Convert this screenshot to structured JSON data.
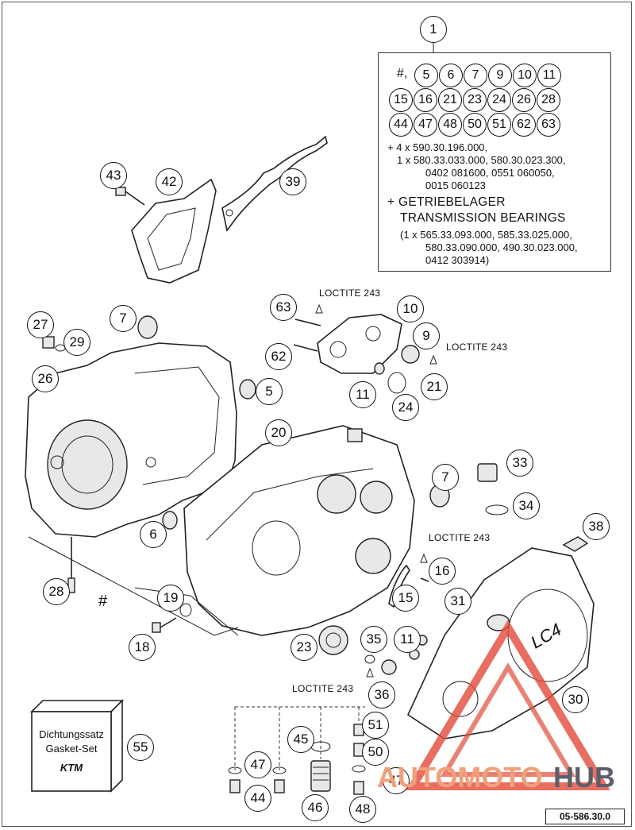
{
  "callouts": {
    "c1": "1",
    "c39": "39",
    "c42": "42",
    "c43": "43",
    "c27": "27",
    "c29": "29",
    "c26": "26",
    "c7a": "7",
    "c5": "5",
    "c63": "63",
    "c62": "62",
    "c10": "10",
    "c9": "9",
    "c11a": "11",
    "c24": "24",
    "c21": "21",
    "c20": "20",
    "c7b": "7",
    "c33": "33",
    "c34": "34",
    "c6": "6",
    "c38": "38",
    "c16": "16",
    "c15": "15",
    "c31": "31",
    "c28": "28",
    "c19": "19",
    "c18": "18",
    "c23": "23",
    "c35": "35",
    "c11b": "11",
    "c30": "30",
    "c36": "36",
    "c51": "51",
    "c45": "45",
    "c50": "50",
    "c47a": "47",
    "c47b": "47",
    "c44": "44",
    "c46": "46",
    "c48": "48",
    "c55": "55"
  },
  "kit": {
    "row1": [
      "#,",
      "5",
      "6",
      "7",
      "9",
      "10",
      "11"
    ],
    "row2": [
      "15",
      "16",
      "21",
      "23",
      "24",
      "26",
      "28"
    ],
    "row3": [
      "44",
      "47",
      "48",
      "50",
      "51",
      "62",
      "63"
    ],
    "line1": "+ 4 x 590.30.196.000,",
    "line2": "1 x 580.33.033.000, 580.30.023.300,",
    "line3": "0402 081600, 0551 060050,",
    "line4": "0015 060123",
    "heading1": "+ GETRIEBELAGER",
    "heading2": "TRANSMISSION BEARINGS",
    "line5": "(1 x 565.33.093.000, 585.33.025.000,",
    "line6": "580.33.090.000, 490.30.023.000,",
    "line7": "0412 303914)"
  },
  "notes": {
    "loctite_top": "LOCTITE 243",
    "loctite_right": "LOCTITE 243",
    "loctite_mid": "LOCTITE 243",
    "loctite_bottom": "LOCTITE 243",
    "hash": "#"
  },
  "gasket_set": {
    "line1": "Dichtungssatz",
    "line2": "Gasket-Set",
    "brand": "KTM"
  },
  "cover_text": "LC4",
  "doc_ref": "05-586.30.0",
  "watermark": {
    "part1": "AUTOMOTO",
    "part2": "HUB",
    "colors": {
      "triangle": "#e24a3b",
      "text_accent": "#f0a07a",
      "text_dark": "#5a5f6a"
    }
  }
}
